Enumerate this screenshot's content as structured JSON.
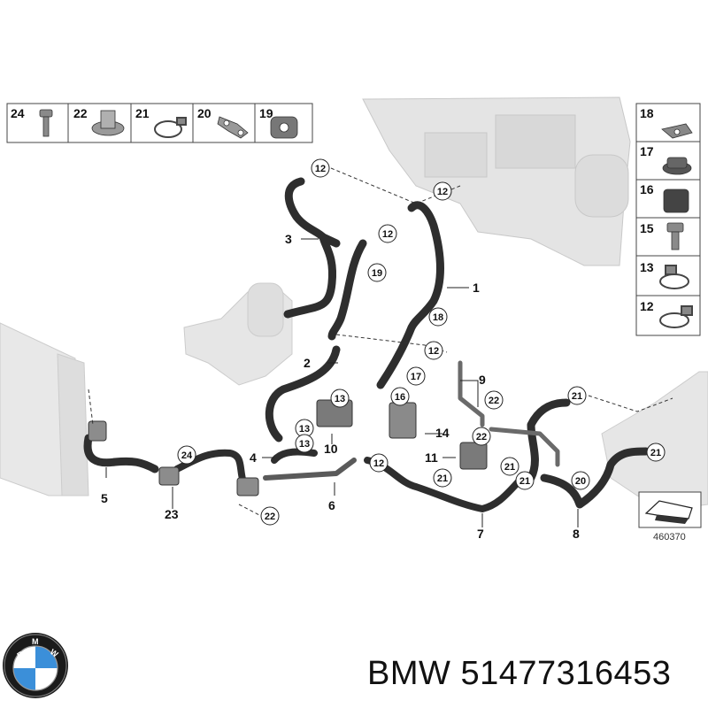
{
  "parts_strip": [
    "24",
    "22",
    "21",
    "20",
    "19"
  ],
  "parts_column": [
    "18",
    "17",
    "16",
    "15",
    "13",
    "12"
  ],
  "callouts": [
    "12",
    "12",
    "12",
    "12",
    "12",
    "13",
    "13",
    "13",
    "16",
    "17",
    "18",
    "19",
    "20",
    "21",
    "21",
    "21",
    "21",
    "21",
    "22",
    "22",
    "22",
    "24"
  ],
  "plain_labels": [
    "1",
    "2",
    "3",
    "4",
    "5",
    "6",
    "7",
    "8",
    "9",
    "10",
    "11",
    "14",
    "23"
  ],
  "diagram_ref": "460370",
  "brand": {
    "name": "BMW",
    "part_number": "51477316453"
  },
  "logo": {
    "letters": "BMW"
  }
}
